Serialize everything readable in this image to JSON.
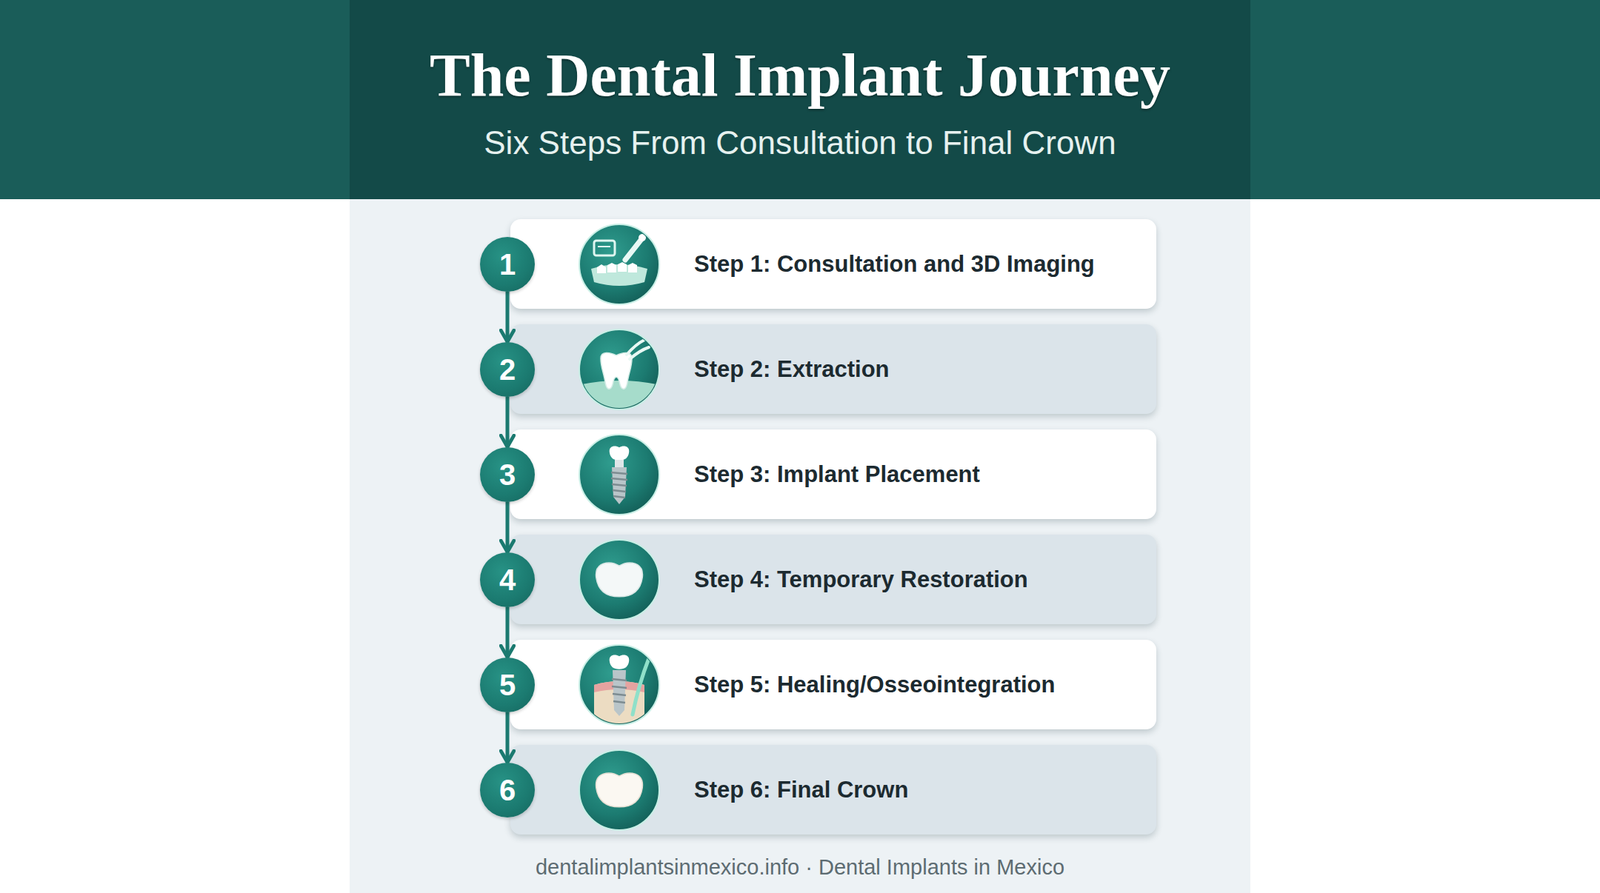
{
  "diagram": {
    "title": "The Dental Implant Journey",
    "nodes": [
      {
        "text": [
          "1"
        ]
      },
      {
        "text": [
          "Step 1: Consultation and 3D Imaging"
        ]
      },
      {
        "text": [
          "2"
        ]
      },
      {
        "text": [
          "Step 2: Extraction"
        ]
      },
      {
        "text": [
          "3"
        ]
      },
      {
        "text": [
          "Step 3: Implant Placement"
        ]
      },
      {
        "text": [
          "4"
        ]
      },
      {
        "text": [
          "Step 4: Temporary Restoration"
        ]
      },
      {
        "text": [
          "5"
        ]
      },
      {
        "text": [
          "Step 5: Healing/Osseointegration"
        ]
      },
      {
        "text": [
          "6"
        ]
      },
      {
        "text": [
          "Step 6: Final Crown"
        ]
      }
    ],
    "edges": [
      {
        "from": 0,
        "to": 2,
        "arrow": "to"
      },
      {
        "from": 2,
        "to": 4,
        "arrow": "to"
      },
      {
        "from": 4,
        "to": 6,
        "arrow": "to"
      },
      {
        "from": 6,
        "to": 8,
        "arrow": "to"
      },
      {
        "from": 8,
        "to": 10,
        "arrow": "to"
      }
    ],
    "labels": [
      "Six Steps From Consultation to Final Crown",
      "dentalimplantsinmexico.info · Dental Implants in Mexico"
    ]
  }
}
